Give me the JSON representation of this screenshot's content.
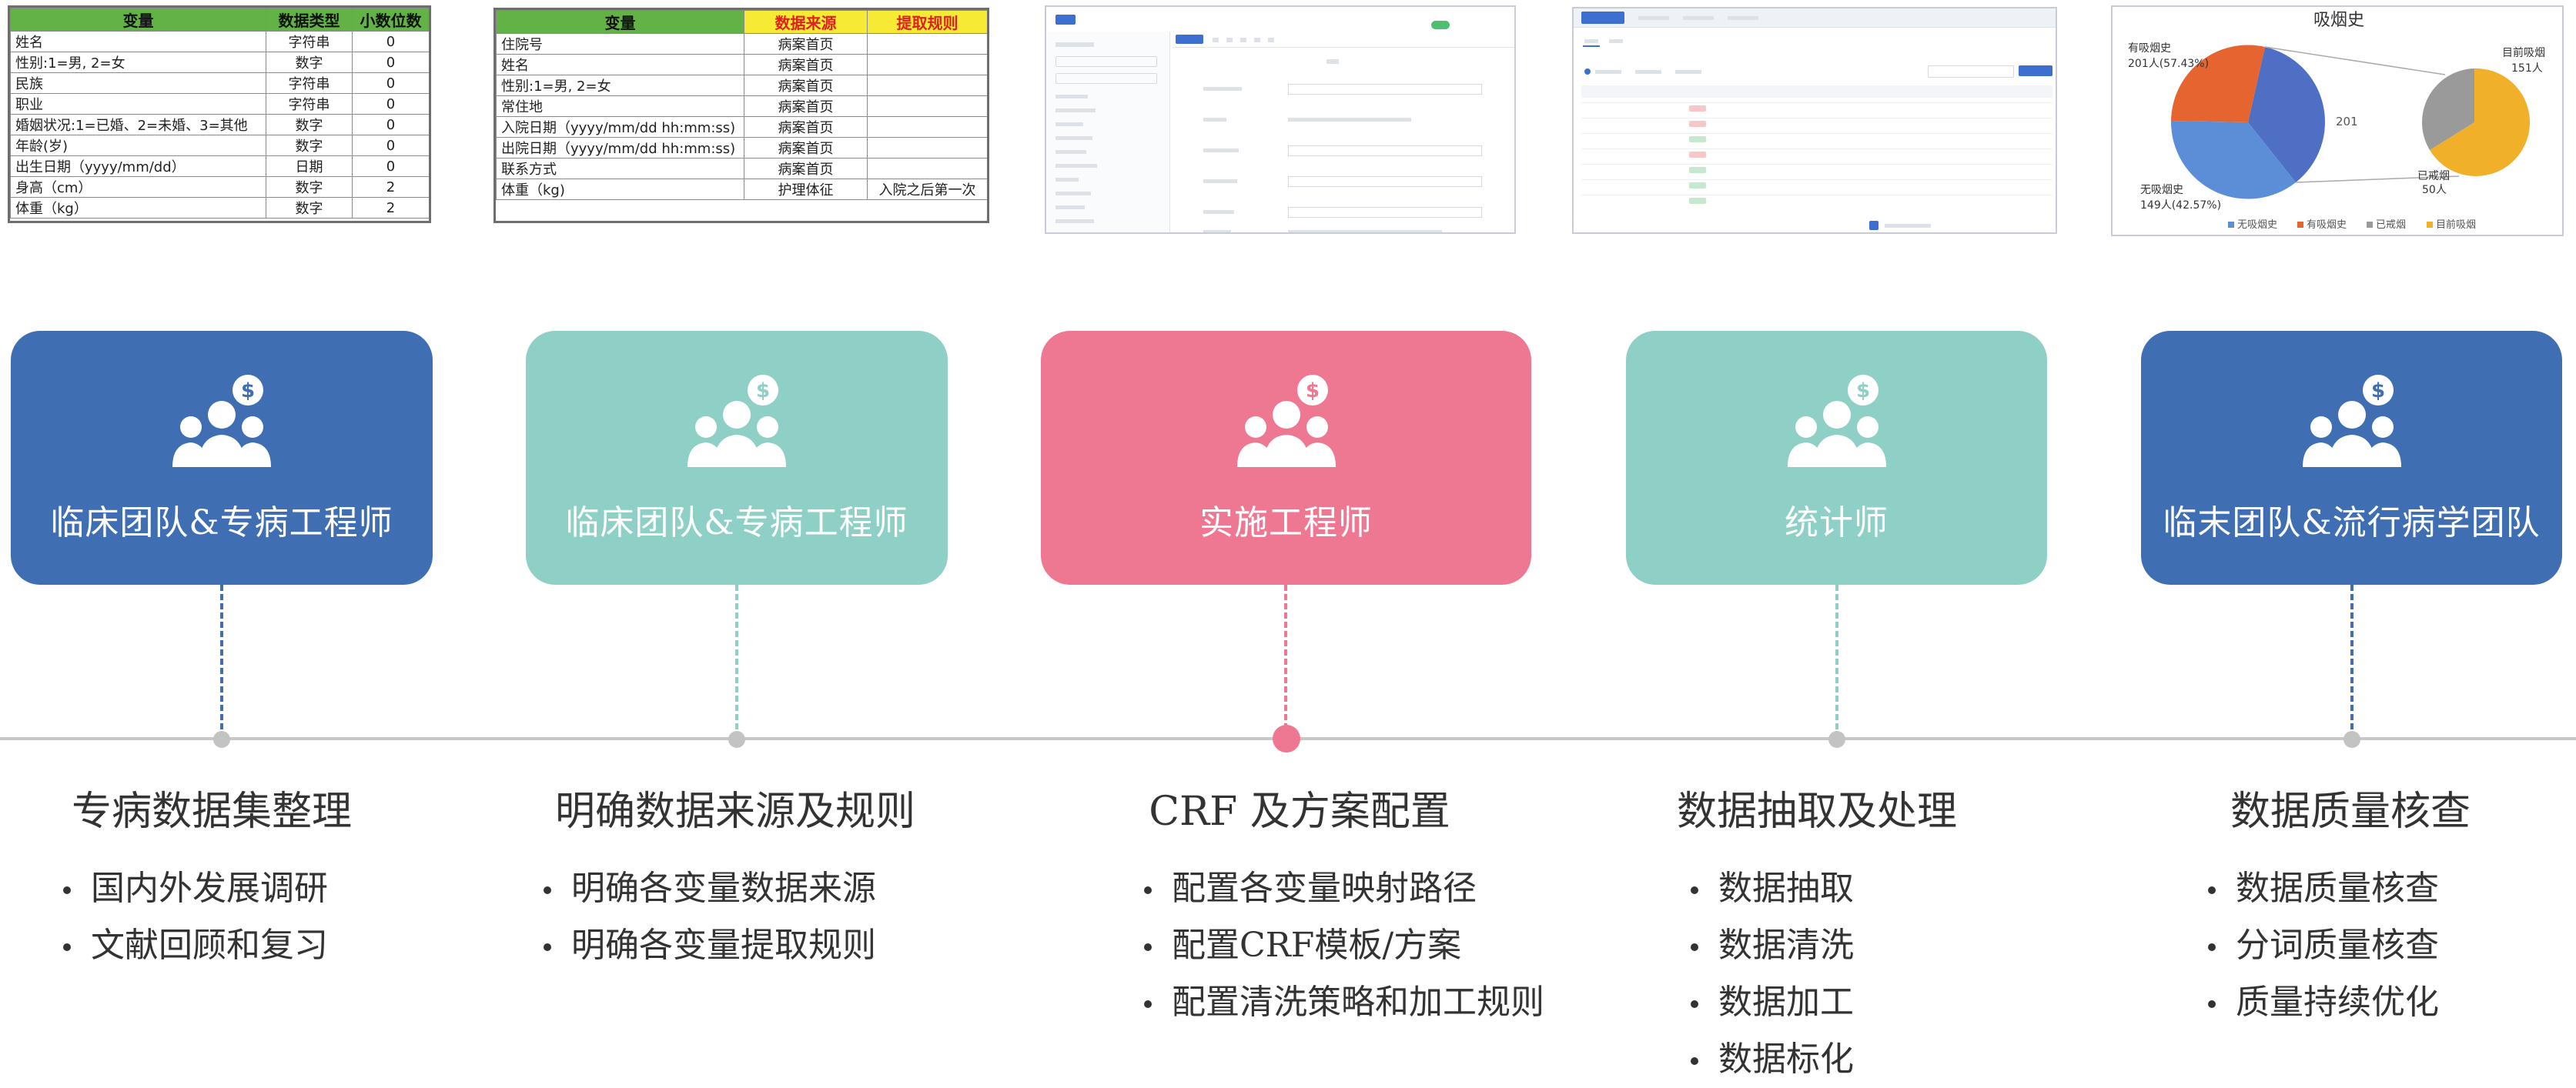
{
  "colors": {
    "blue": "#3f6eb3",
    "teal": "#8fd0c6",
    "pink": "#ee7891",
    "axis": "#c8c8c8"
  },
  "table1": {
    "headers": [
      "变量",
      "数据类型",
      "小数位数"
    ],
    "rows": [
      [
        "姓名",
        "字符串",
        "0"
      ],
      [
        "性别:1=男, 2=女",
        "数字",
        "0"
      ],
      [
        "民族",
        "字符串",
        "0"
      ],
      [
        "职业",
        "字符串",
        "0"
      ],
      [
        "婚姻状况:1=已婚、2=未婚、3=其他",
        "数字",
        "0"
      ],
      [
        "年龄(岁)",
        "数字",
        "0"
      ],
      [
        "出生日期（yyyy/mm/dd）",
        "日期",
        "0"
      ],
      [
        "身高（cm）",
        "数字",
        "2"
      ],
      [
        "体重（kg）",
        "数字",
        "2"
      ]
    ]
  },
  "table2": {
    "headers": [
      "变量",
      "数据来源",
      "提取规则"
    ],
    "rows": [
      [
        "住院号",
        "病案首页",
        ""
      ],
      [
        "姓名",
        "病案首页",
        ""
      ],
      [
        "性别:1=男, 2=女",
        "病案首页",
        ""
      ],
      [
        "常住地",
        "病案首页",
        ""
      ],
      [
        "入院日期（yyyy/mm/dd hh:mm:ss)",
        "病案首页",
        ""
      ],
      [
        "出院日期（yyyy/mm/dd hh:mm:ss)",
        "病案首页",
        ""
      ],
      [
        "联系方式",
        "病案首页",
        ""
      ],
      [
        "体重（kg)",
        "护理体征",
        "入院之后第一次"
      ]
    ]
  },
  "pie": {
    "title": "吸烟史",
    "center_total": "201",
    "labels": {
      "has_history": "有吸烟史",
      "has_history_val": "201人(57.43%)",
      "none": "无吸烟史",
      "none_val": "149人(42.57%)",
      "current": "目前吸烟",
      "current_val": "151人",
      "quit": "已戒烟",
      "quit_val": "50人"
    },
    "legend": [
      "无吸烟史",
      "有吸烟史",
      "已戒烟",
      "目前吸烟"
    ]
  },
  "roles": [
    {
      "label": "临床团队&专病工程师"
    },
    {
      "label": "临床团队&专病工程师"
    },
    {
      "label": "实施工程师"
    },
    {
      "label": "统计师"
    },
    {
      "label": "临末团队&流行病学团队"
    }
  ],
  "stages": [
    {
      "title": "专病数据集整理",
      "items": [
        "国内外发展调研",
        "文献回顾和复习"
      ]
    },
    {
      "title": "明确数据来源及规则",
      "items": [
        "明确各变量数据来源",
        "明确各变量提取规则"
      ]
    },
    {
      "title": "CRF 及方案配置",
      "items": [
        "配置各变量映射路径",
        "配置CRF模板/方案",
        "配置清洗策略和加工规则"
      ]
    },
    {
      "title": "数据抽取及处理",
      "items": [
        "数据抽取",
        "数据清洗",
        "数据加工",
        "数据标化"
      ]
    },
    {
      "title": "数据质量核查",
      "items": [
        "数据质量核查",
        "分词质量核查",
        "质量持续优化"
      ]
    }
  ]
}
